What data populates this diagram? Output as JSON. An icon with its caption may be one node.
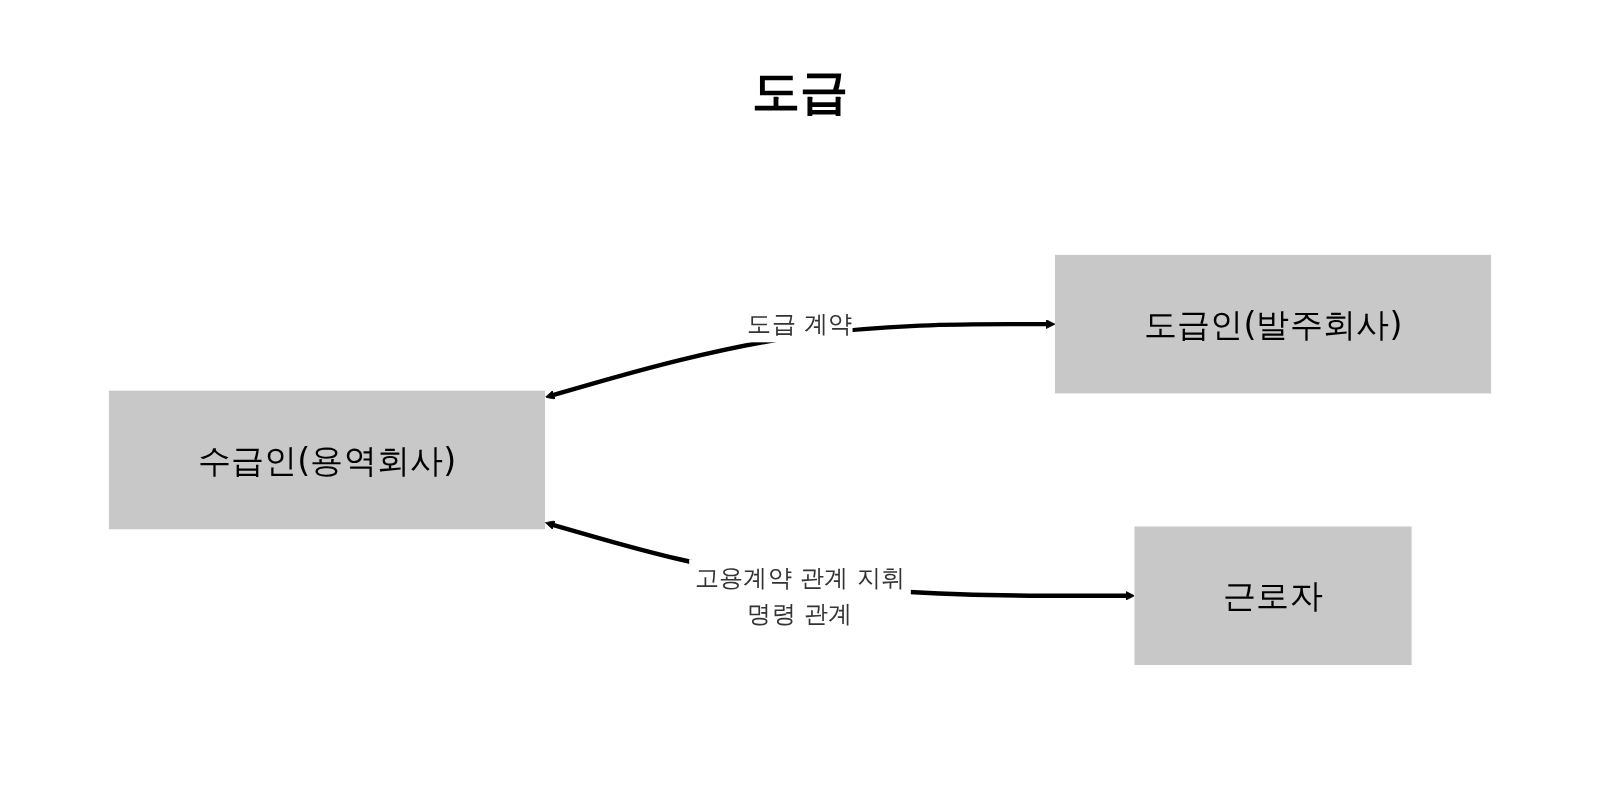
{
  "diagram": {
    "title": "도급",
    "nodes": [
      {
        "text": [
          "수급인(용역회사)"
        ]
      },
      {
        "text": [
          "도급인(발주회사)"
        ]
      },
      {
        "text": [
          "근로자"
        ]
      }
    ],
    "edges": [
      {
        "from": 0,
        "to": 1,
        "arrow": "both",
        "label": "도급 계약"
      },
      {
        "from": 0,
        "to": 2,
        "arrow": "both",
        "label": "고용계약 관계 지휘명령 관계"
      }
    ]
  }
}
